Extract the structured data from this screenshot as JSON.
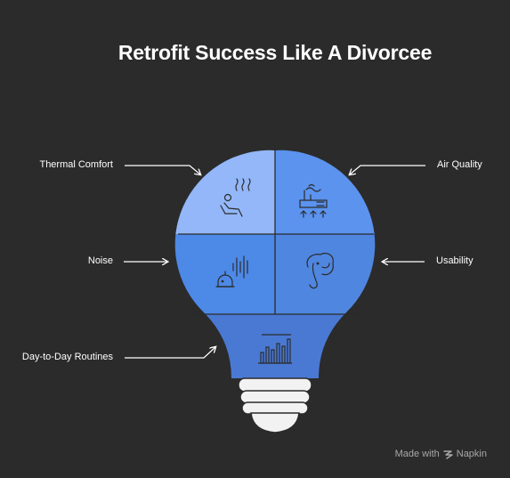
{
  "title": "Retrofit Success Like A Divorcee",
  "labels": {
    "thermal_comfort": "Thermal Comfort",
    "air_quality": "Air Quality",
    "noise": "Noise",
    "usability": "Usability",
    "day_to_day": "Day-to-Day Routines"
  },
  "footer": {
    "made_with": "Made with",
    "brand": "Napkin"
  },
  "colors": {
    "background": "#2b2b2b",
    "thermal": "#93b7f8",
    "air": "#5b93ee",
    "noise": "#4d89e6",
    "usability": "#4f86e0",
    "routines": "#4a79d4",
    "base": "#f2f2f2"
  },
  "icons": {
    "thermal": "person-relaxing-heat-icon",
    "air": "factory-air-icon",
    "noise": "sound-wave-icon",
    "usability": "elephant-icon",
    "routines": "bar-chart-icon",
    "brand": "napkin-logo-icon"
  }
}
